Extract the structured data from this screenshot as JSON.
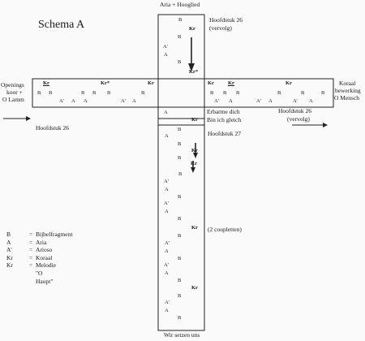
{
  "title": "Schema A",
  "top_label": "Aria + Hooglied",
  "bottom_label": "Wir setzen uns",
  "left_label": [
    "Openings",
    "koor +",
    "O Lamm"
  ],
  "right_label": [
    "Koraal",
    "bewerking",
    "O Mensch"
  ],
  "chapter_labels": {
    "top_right": [
      "Hoofdstuk 26",
      "(vervolg)"
    ],
    "left": "Hoofdstuk 26",
    "right": [
      "Hoofdstuk 26",
      "(vervolg)"
    ],
    "middle": "Hoofdstuk 27"
  },
  "center_texts": [
    "Erbarme dich",
    "Bin ich gleich"
  ],
  "couplets_note": "(2 coupletten)",
  "legend": [
    {
      "key": "B",
      "sep": "=",
      "desc": "Bijbelfragment"
    },
    {
      "key": "A",
      "sep": "=",
      "desc": "Aria"
    },
    {
      "key": "A'",
      "sep": "=",
      "desc": "Arioso"
    },
    {
      "key": "Kr",
      "sep": "=",
      "desc": "Koraal"
    },
    {
      "key": "Kr",
      "sep": "=",
      "desc": "Melodie \"O Haupt\""
    }
  ],
  "sym": {
    "B": "B",
    "A": "A",
    "Ap": "A'",
    "Kr": "Kr",
    "Krs": "Kr*"
  }
}
